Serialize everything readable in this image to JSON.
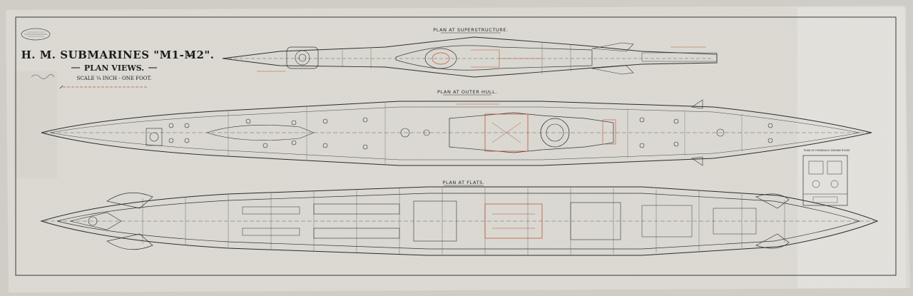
{
  "title_block": {
    "title": "H. M. SUBMARINES \"M1-M2\".",
    "subtitle": "PLAN VIEWS.",
    "scale": "SCALE ¼ INCH - ONE FOOT."
  },
  "views": {
    "superstructure": "PLAN AT SUPERSTRUCTURE.",
    "outer_hull": "PLAN AT OUTER HULL.",
    "flats": "PLAN AT FLATS."
  },
  "inset": {
    "title": "PLAN OF HYDRAULIC ENGINE ROOM"
  },
  "colors": {
    "paper": "#dcdad4",
    "ink": "#2a2a2a",
    "red_ink": "#c0503c"
  }
}
